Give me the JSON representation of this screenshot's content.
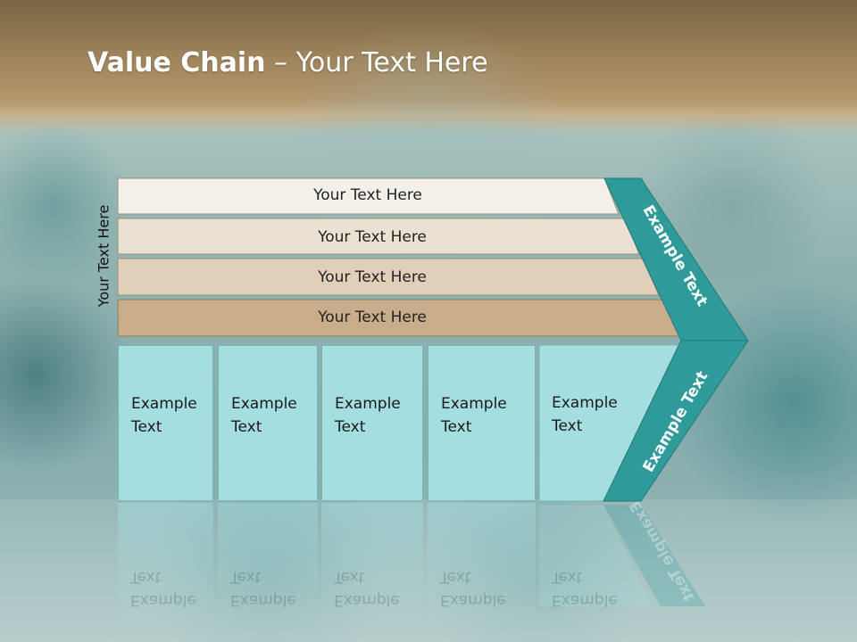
{
  "slide": {
    "title_bold": "Value Chain",
    "title_rest": " – Your Text Here",
    "side_label": "Your Text Here"
  },
  "bars": [
    {
      "label": "Your Text Here",
      "color": "#f3f0ea"
    },
    {
      "label": "Your Text Here",
      "color": "#ebe1d3"
    },
    {
      "label": "Your Text Here",
      "color": "#e0d0b9"
    },
    {
      "label": "Your Text Here",
      "color": "#c9ad8a"
    }
  ],
  "boxes": [
    {
      "line1": "Example",
      "line2": "Text"
    },
    {
      "line1": "Example",
      "line2": "Text"
    },
    {
      "line1": "Example",
      "line2": "Text"
    },
    {
      "line1": "Example",
      "line2": "Text"
    },
    {
      "line1": "Example",
      "line2": "Text"
    }
  ],
  "chevron": {
    "top_label": "Example Text",
    "bottom_label": "Example Text",
    "color": "#2e9a9a"
  }
}
